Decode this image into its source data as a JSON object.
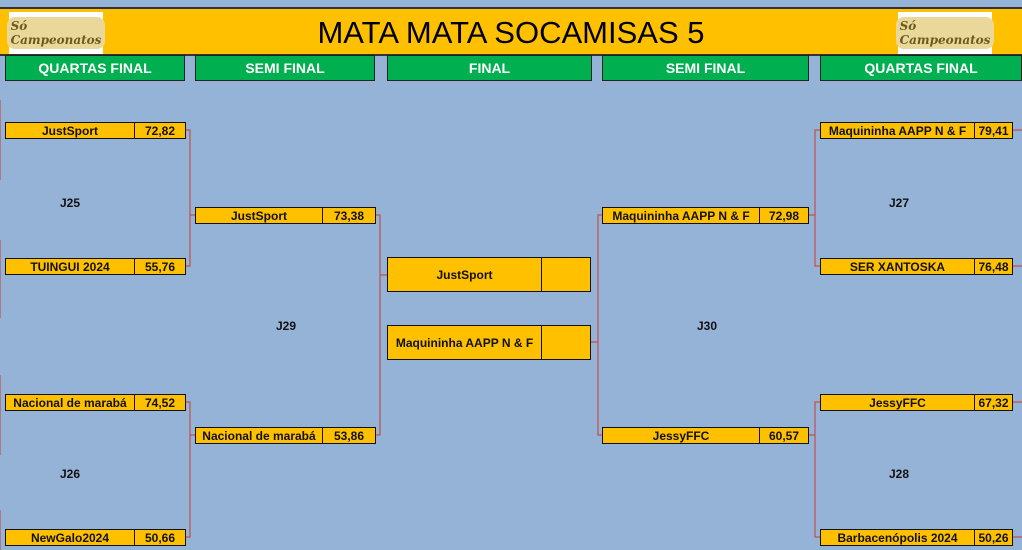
{
  "title": "MATA MATA SOCAMISAS 5",
  "logo_text": "Só Campeonatos",
  "stages": [
    "QUARTAS FINAL",
    "SEMI FINAL",
    "FINAL",
    "SEMI FINAL",
    "QUARTAS FINAL"
  ],
  "left_qf": [
    {
      "name": "JustSport",
      "score": "72,82"
    },
    {
      "name": "TUINGUI 2024",
      "score": "55,76"
    },
    {
      "name": "Nacional de marabá",
      "score": "74,52"
    },
    {
      "name": "NewGalo2024",
      "score": "50,66"
    }
  ],
  "left_sf": [
    {
      "name": "JustSport",
      "score": "73,38"
    },
    {
      "name": "Nacional de marabá",
      "score": "53,86"
    }
  ],
  "final": [
    {
      "name": "JustSport",
      "score": ""
    },
    {
      "name": "Maquininha AAPP N & F",
      "score": ""
    }
  ],
  "right_sf": [
    {
      "name": "Maquininha AAPP N & F",
      "score": "72,98"
    },
    {
      "name": "JessyFFC",
      "score": "60,57"
    }
  ],
  "right_qf": [
    {
      "name": "Maquininha AAPP N & F",
      "score": "79,41"
    },
    {
      "name": "SER XANTOSKA",
      "score": "76,48"
    },
    {
      "name": "JessyFFC",
      "score": "67,32"
    },
    {
      "name": "Barbacenópolis 2024",
      "score": "50,26"
    }
  ],
  "games": [
    "J25",
    "J26",
    "J29",
    "J30",
    "J27",
    "J28"
  ],
  "colors": {
    "background": "#95b3d7",
    "header": "#ffc000",
    "stage": "#00b050",
    "line": "#c0504d"
  }
}
